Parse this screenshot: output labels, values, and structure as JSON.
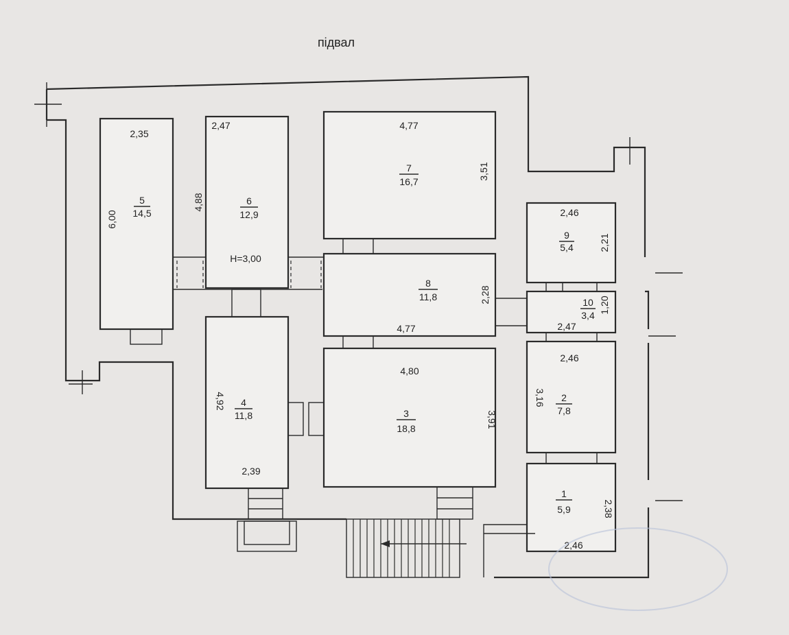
{
  "title": "підвал",
  "height_note": "H=3,00",
  "rooms": [
    {
      "number": "1",
      "area": "5,9",
      "width": "2,46",
      "length": "2,38"
    },
    {
      "number": "2",
      "area": "7,8",
      "width": "2,46",
      "length": "3,16"
    },
    {
      "number": "3",
      "area": "18,8",
      "width": "4,80",
      "length": "3,91"
    },
    {
      "number": "4",
      "area": "11,8",
      "width": "2,39",
      "length": "4,92"
    },
    {
      "number": "5",
      "area": "14,5",
      "width": "2,35",
      "length": "6,00"
    },
    {
      "number": "6",
      "area": "12,9",
      "width": "2,47",
      "length": "4,88"
    },
    {
      "number": "7",
      "area": "16,7",
      "width": "4,77",
      "length": "3,51"
    },
    {
      "number": "8",
      "area": "11,8",
      "width": "4,77",
      "length": "2,28"
    },
    {
      "number": "9",
      "area": "5,4",
      "width": "2,46",
      "length": "2,21"
    },
    {
      "number": "10",
      "area": "3,4",
      "width": "2,47",
      "length": "1,20"
    }
  ]
}
